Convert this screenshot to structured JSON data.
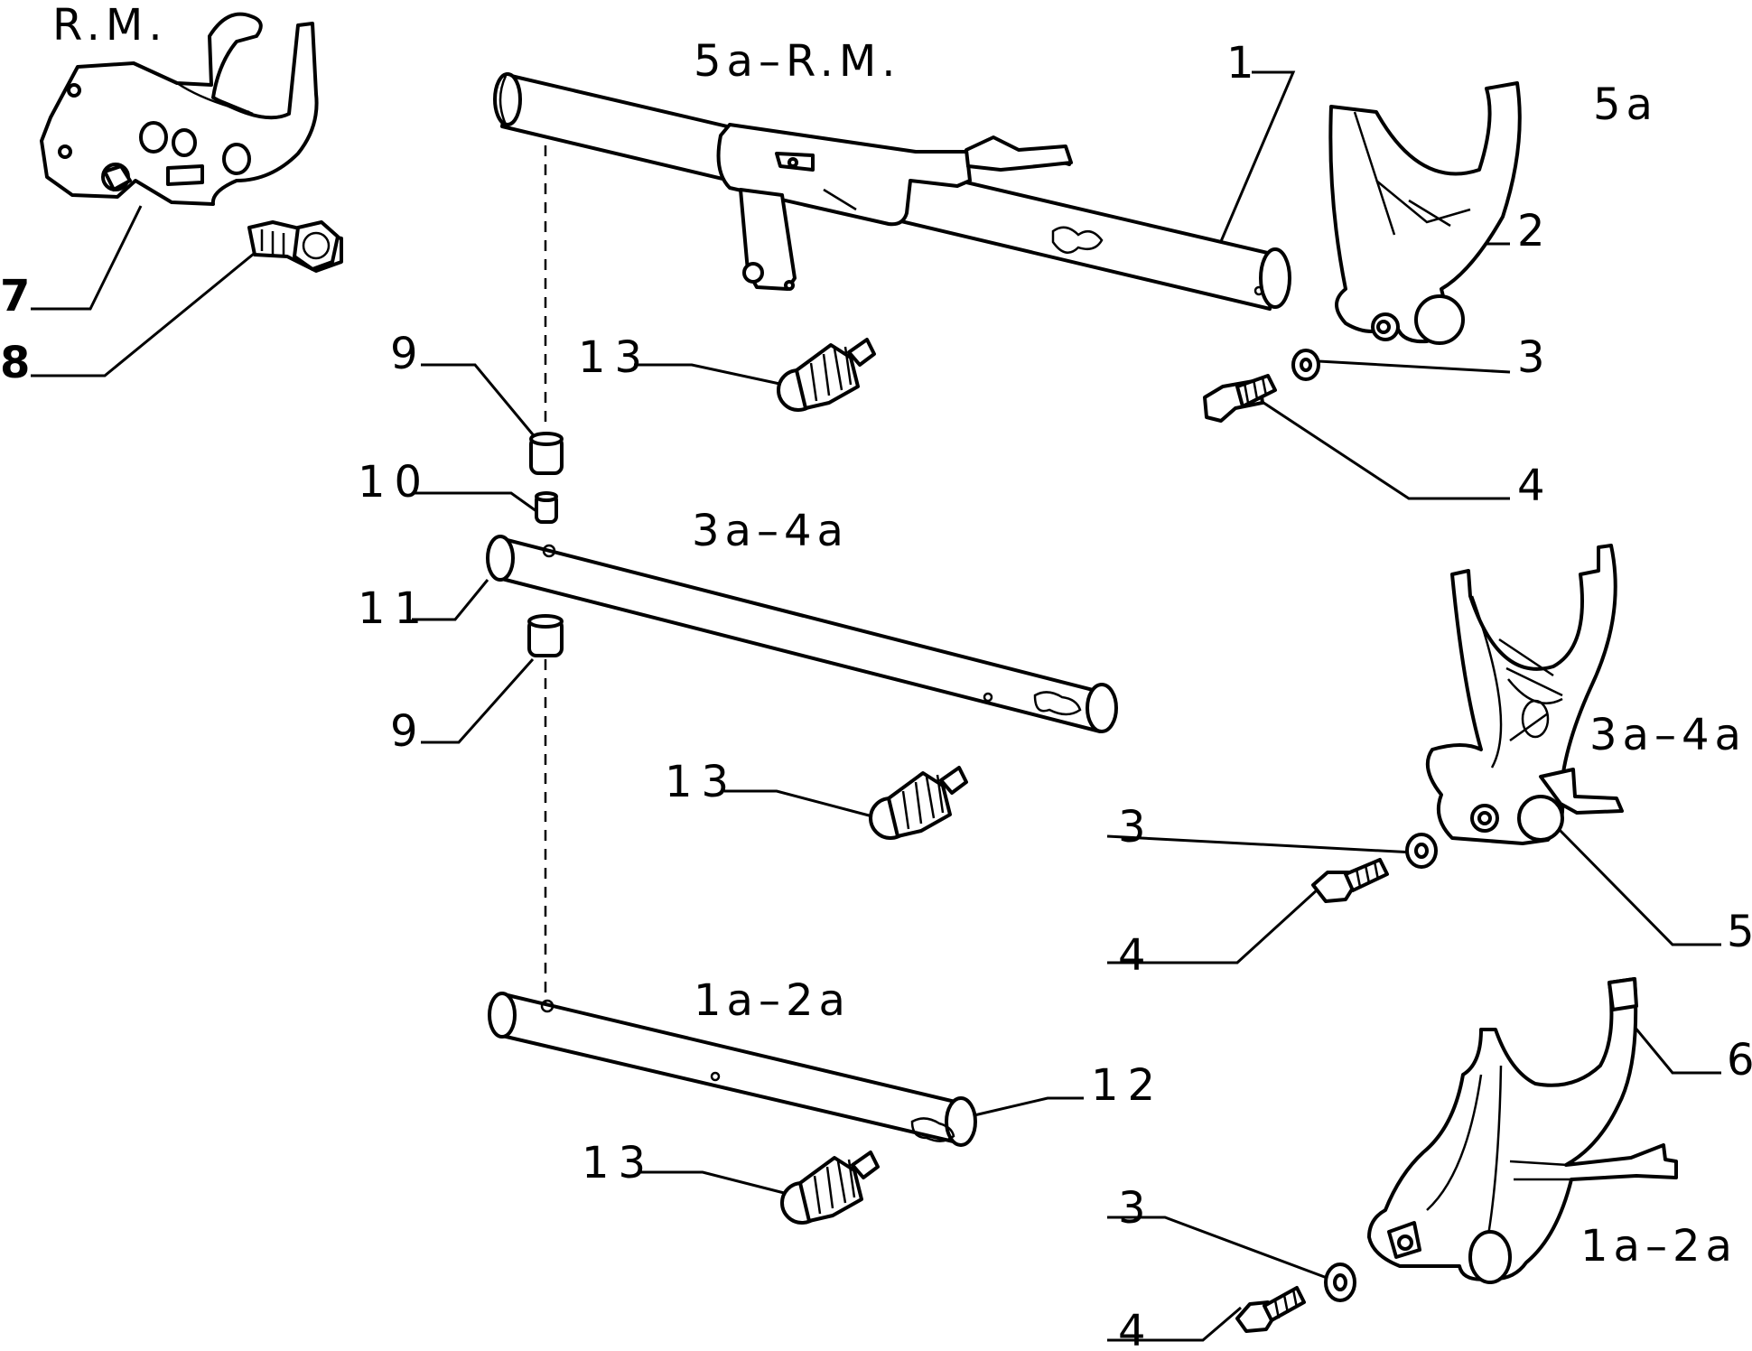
{
  "group_labels": {
    "rm_bracket": "R.M.",
    "shaft_5a_rm": "5a–R.M.",
    "fork_5a": "5a",
    "shaft_3a_4a": "3a–4a",
    "fork_3a_4a": "3a–4a",
    "shaft_1a_2a": "1a–2a",
    "fork_1a_2a": "1a–2a"
  },
  "callouts": {
    "c1": "1",
    "c2": "2",
    "c3a": "3",
    "c4a": "4",
    "c3b": "3",
    "c4b": "4",
    "c5": "5",
    "c6": "6",
    "c3c": "3",
    "c4c": "4",
    "c7": "7",
    "c8": "8",
    "c9a": "9",
    "c10": "10",
    "c11": "11",
    "c9b": "9",
    "c12": "12",
    "c13a": "13",
    "c13b": "13",
    "c13c": "13"
  }
}
